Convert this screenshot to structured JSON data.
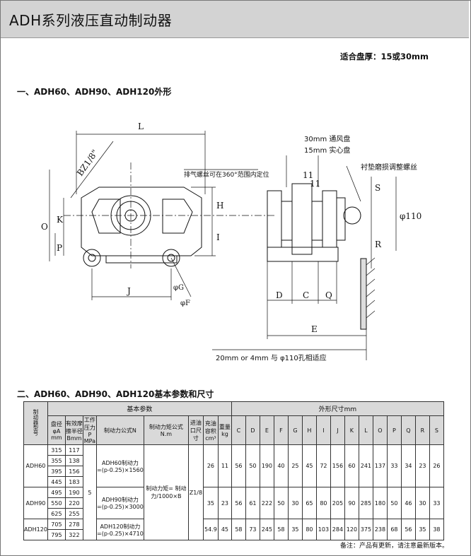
{
  "header": {
    "title": "ADH系列液压直动制动器"
  },
  "disc_thickness": "适合盘厚：15或30mm",
  "section1_title": "一、ADH60、ADH90、ADH120外形",
  "section2_title": "二、ADH60、ADH90、ADH120基本参数和尺寸",
  "drawing": {
    "dim_L": "L",
    "dim_bz": "BZ1/8\"",
    "vent_note": "排气螺丝可在360°范围内定位",
    "dim_H": "H",
    "dim_K": "K",
    "dim_O": "O",
    "dim_I": "I",
    "dim_P": "P",
    "dim_J": "J",
    "dim_G": "φG",
    "dim_F": "φF",
    "disc_30": "30mm 通风盘",
    "disc_15": "15mm 实心盘",
    "adj_note": "衬垫磨损调整螺丝",
    "dim_11a": "11",
    "dim_11b": "11",
    "dim_S": "S",
    "dim_phi110": "φ110",
    "dim_R": "R",
    "dim_D": "D",
    "dim_C": "C",
    "dim_Q": "Q",
    "dim_E": "E",
    "bottom_note": "20mm or 4mm 与 φ110孔相适应"
  },
  "table": {
    "model_header": "制动器型号",
    "basic_params": "基本参数",
    "dims_header": "外形尺寸mm",
    "col_disc": "盘径 φA mm",
    "col_radius": "有效摩擦半径 Bmm",
    "col_pressure": "工作压力 P MPa",
    "col_force": "制动力公式N",
    "col_torque": "制动力矩公式 N.m",
    "col_port": "进油口尺寸",
    "col_volume": "充油容积 cm³",
    "col_weight": "重量 kg",
    "dim_cols": [
      "C",
      "D",
      "E",
      "F",
      "G",
      "H",
      "I",
      "J",
      "K",
      "L",
      "O",
      "P",
      "Q",
      "R",
      "S"
    ],
    "pressure": "5",
    "port": "Z1/8",
    "torque_formula": "制动力矩= 制动力/1000×B",
    "groups": [
      {
        "model": "ADH60",
        "rows": [
          [
            "315",
            "117"
          ],
          [
            "355",
            "138"
          ],
          [
            "395",
            "156"
          ],
          [
            "445",
            "183"
          ]
        ],
        "formula_name": "ADH60制动力",
        "formula": "=(p-0.25)×1560",
        "volume": "26",
        "weight": "11",
        "dims": [
          "56",
          "50",
          "190",
          "40",
          "25",
          "45",
          "72",
          "156",
          "60",
          "241",
          "137",
          "33",
          "34",
          "23",
          "26"
        ]
      },
      {
        "model": "ADH90",
        "rows": [
          [
            "495",
            "190"
          ],
          [
            "550",
            "220"
          ],
          [
            "625",
            "255"
          ]
        ],
        "formula_name": "ADH90制动力",
        "formula": "=(p-0.25)×3000",
        "volume": "35",
        "weight": "23",
        "dims": [
          "56",
          "61",
          "222",
          "50",
          "30",
          "65",
          "80",
          "205",
          "90",
          "285",
          "180",
          "50",
          "46",
          "30",
          "33"
        ]
      },
      {
        "model": "ADH120",
        "rows": [
          [
            "705",
            "278"
          ],
          [
            "795",
            "322"
          ]
        ],
        "formula_name": "ADH120制动力",
        "formula": "=(p-0.25)×4710",
        "volume": "54.9",
        "weight": "45",
        "dims": [
          "58",
          "73",
          "245",
          "58",
          "35",
          "80",
          "103",
          "284",
          "120",
          "375",
          "238",
          "68",
          "56",
          "35",
          "38"
        ]
      }
    ]
  },
  "footnote": "备注：产品有更新，请注意最新版本。"
}
